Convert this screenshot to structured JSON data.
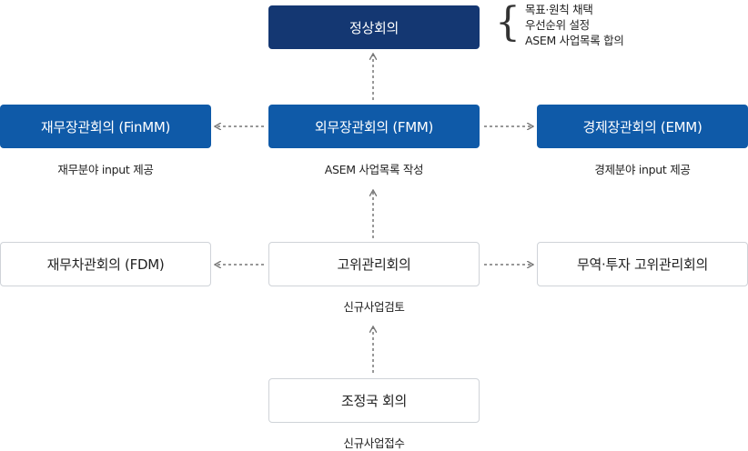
{
  "top": {
    "label": "정상회의"
  },
  "notes": [
    "목표·원칙 채택",
    "우선순위 설정",
    "ASEM 사업목록 합의"
  ],
  "row2": {
    "left": {
      "label": "재무장관회의 (FinMM)",
      "caption": "재무분야 input 제공"
    },
    "center": {
      "label": "외무장관회의 (FMM)",
      "caption": "ASEM 사업목록 작성"
    },
    "right": {
      "label": "경제장관회의 (EMM)",
      "caption": "경제분야 input 제공"
    }
  },
  "row3": {
    "left": {
      "label": "재무차관회의 (FDM)"
    },
    "center": {
      "label": "고위관리회의",
      "caption": "신규사업검토"
    },
    "right": {
      "label": "무역·투자 고위관리회의"
    }
  },
  "row4": {
    "center": {
      "label": "조정국 회의",
      "caption": "신규사업접수"
    }
  },
  "colors": {
    "dark": "#143772",
    "blue": "#0f5aa8",
    "border": "#cfd3d8",
    "arrow": "#777777"
  }
}
